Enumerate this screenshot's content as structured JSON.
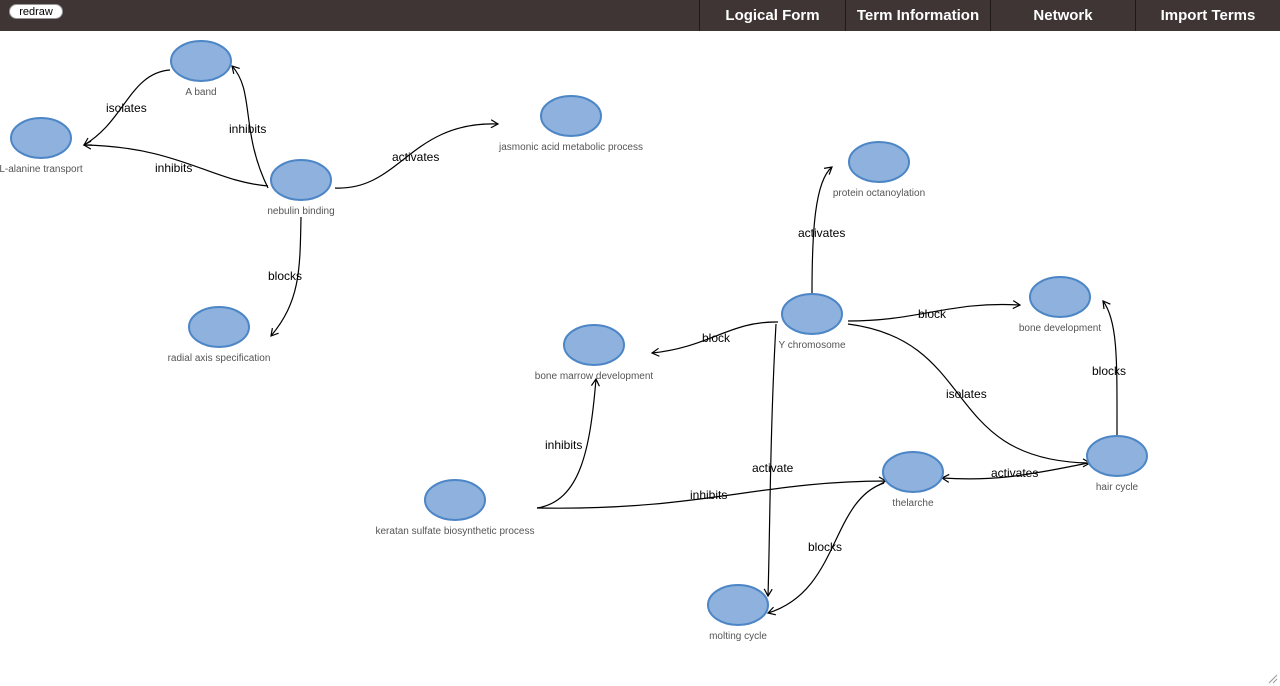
{
  "toolbar": {
    "redraw_label": "redraw"
  },
  "nav": {
    "tabs": [
      {
        "label": "Logical Form"
      },
      {
        "label": "Term Information"
      },
      {
        "label": "Network"
      },
      {
        "label": "Import Terms"
      }
    ]
  },
  "graph": {
    "nodes": [
      {
        "label": "A band"
      },
      {
        "label": "L-alanine transport"
      },
      {
        "label": "nebulin binding"
      },
      {
        "label": "jasmonic acid metabolic process"
      },
      {
        "label": "radial axis specification"
      },
      {
        "label": "protein octanoylation"
      },
      {
        "label": "bone development"
      },
      {
        "label": "Y chromosome"
      },
      {
        "label": "bone marrow development"
      },
      {
        "label": "keratan sulfate biosynthetic process"
      },
      {
        "label": "thelarche"
      },
      {
        "label": "hair cycle"
      },
      {
        "label": "molting cycle"
      }
    ],
    "edges": [
      {
        "label": "isolates"
      },
      {
        "label": "inhibits"
      },
      {
        "label": "inhibits"
      },
      {
        "label": "activates"
      },
      {
        "label": "blocks"
      },
      {
        "label": "activates"
      },
      {
        "label": "block"
      },
      {
        "label": "block"
      },
      {
        "label": "isolates"
      },
      {
        "label": "blocks"
      },
      {
        "label": "activate"
      },
      {
        "label": "inhibits"
      },
      {
        "label": "inhibits"
      },
      {
        "label": "activates"
      },
      {
        "label": "blocks"
      }
    ]
  },
  "colors": {
    "topbar": "#3e3534",
    "node_fill": "#8eb2dd",
    "node_stroke": "#4d86c6"
  }
}
